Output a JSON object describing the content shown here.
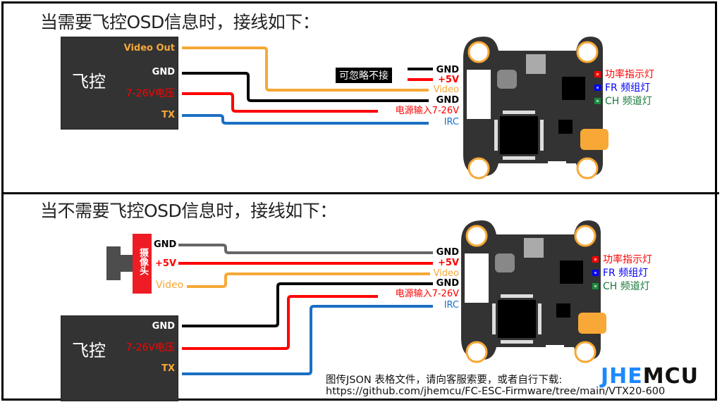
{
  "colors": {
    "video": "#f7a836",
    "gnd": "#000000",
    "gnd_camera": "#666666",
    "power": "#ff0000",
    "irc": "#1a6fc4",
    "fc_box": "#333333",
    "board": "#333333",
    "mount_ring": "#f7a836",
    "led_power": "#ff0000",
    "led_fr": "#0000ff",
    "led_ch": "#1a8a3c",
    "brand_blue": "#1e88ff",
    "brand_black": "#111111"
  },
  "section_top": {
    "title": "当需要飞控OSD信息时，接线如下：",
    "fc_name": "飞控",
    "fc_pins": [
      {
        "label": "Video Out",
        "color": "#f7a836"
      },
      {
        "label": "GND",
        "color": "#ffffff"
      },
      {
        "label": "7-26V电压",
        "color": "#ff0000"
      },
      {
        "label": "TX",
        "color": "#f7a836"
      }
    ],
    "ignore_label": "可忽略不接",
    "vtx_pins": [
      {
        "label": "GND",
        "color": "#000000"
      },
      {
        "label": "+5V",
        "color": "#ff0000"
      },
      {
        "label": "Video",
        "color": "#f7a836"
      },
      {
        "label": "GND",
        "color": "#000000"
      },
      {
        "label": "电源输入7-26V",
        "color": "#ff0000"
      },
      {
        "label": "IRC",
        "color": "#1a6fc4"
      }
    ],
    "leds": [
      {
        "label": "功率指示灯",
        "color": "#ff0000"
      },
      {
        "label": "FR 频组灯",
        "color": "#0000ff"
      },
      {
        "label": "CH 频道灯",
        "color": "#1a7a3c"
      }
    ]
  },
  "section_bottom": {
    "title": "当不需要飞控OSD信息时，接线如下：",
    "camera_label": "摄像头",
    "camera_pins": [
      {
        "label": "GND",
        "color": "#000000"
      },
      {
        "label": "+5V",
        "color": "#ff0000"
      },
      {
        "label": "Video",
        "color": "#f7a836"
      }
    ],
    "fc_name": "飞控",
    "fc_pins": [
      {
        "label": "GND",
        "color": "#ffffff"
      },
      {
        "label": "7-26V电压",
        "color": "#ff0000"
      },
      {
        "label": "TX",
        "color": "#f7a836"
      }
    ],
    "vtx_pins": [
      {
        "label": "GND",
        "color": "#000000"
      },
      {
        "label": "+5V",
        "color": "#ff0000"
      },
      {
        "label": "Video",
        "color": "#f7a836"
      },
      {
        "label": "GND",
        "color": "#000000"
      },
      {
        "label": "电源输入7-26V",
        "color": "#ff0000"
      },
      {
        "label": "IRC",
        "color": "#1a6fc4"
      }
    ],
    "leds": [
      {
        "label": "功率指示灯",
        "color": "#ff0000"
      },
      {
        "label": "FR 频组灯",
        "color": "#0000ff"
      },
      {
        "label": "CH 频道灯",
        "color": "#1a7a3c"
      }
    ]
  },
  "footer": {
    "note": "图传JSON 表格文件，请向客服索要，或者自行下载:",
    "url": "https://github.com/jhemcu/FC-ESC-Firmware/tree/main/VTX20-600",
    "brand_part1": "JHE",
    "brand_part2": "MCU"
  }
}
